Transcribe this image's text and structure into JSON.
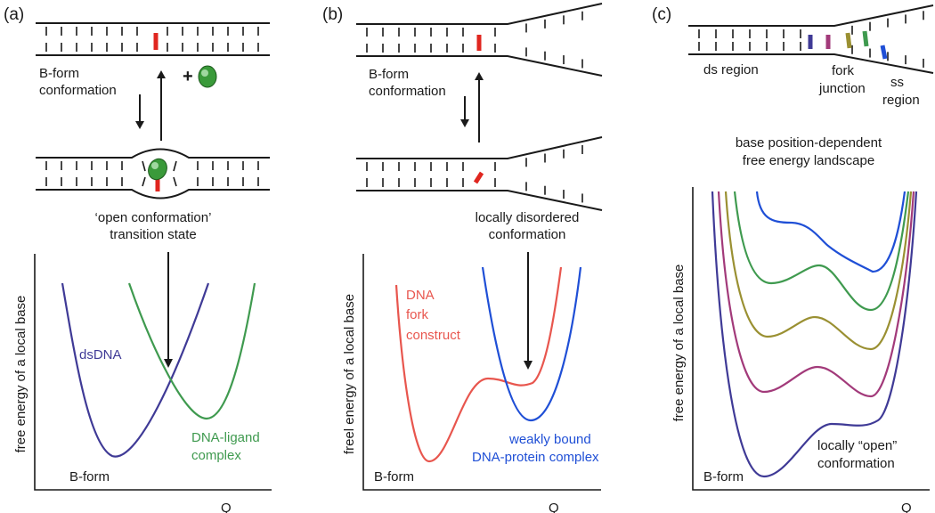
{
  "colors": {
    "text": "#1a1a1a",
    "dsDNA_curve": "#3f3a96",
    "ligand_curve": "#3f9a4f",
    "fork_curve": "#e8564e",
    "protein_curve": "#1f4fd6",
    "red_base": "#e0261f",
    "ligand_ball": "#3a9a3a",
    "olive": "#9a9032",
    "magenta": "#a23a7a"
  },
  "panel_a": {
    "label": "(a)",
    "bform_text_line1": "B-form",
    "bform_text_line2": "conformation",
    "plus": "+",
    "open_text_line1": "‘open conformation’",
    "open_text_line2": "transition state",
    "ylabel": "free energy of a local base",
    "xlabel": "Q",
    "curve1_label": "dsDNA",
    "curve2_label_line1": "DNA-ligand",
    "curve2_label_line2": "complex",
    "min_label": "B-form"
  },
  "panel_b": {
    "label": "(b)",
    "bform_text_line1": "B-form",
    "bform_text_line2": "conformation",
    "disorder_text_line1": "locally disordered",
    "disorder_text_line2": "conformation",
    "ylabel": "freel energy of a local base",
    "xlabel": "Q",
    "curve1_label_line1": "DNA",
    "curve1_label_line2": "fork",
    "curve1_label_line3": "construct",
    "curve2_label_line1": "weakly bound",
    "curve2_label_line2": "DNA-protein complex",
    "min_label": "B-form"
  },
  "panel_c": {
    "label": "(c)",
    "ds_region": "ds region",
    "fork_line1": "fork",
    "fork_line2": "junction",
    "ss_line1": "ss",
    "ss_line2": "region",
    "landscape_line1": "base position-dependent",
    "landscape_line2": "free energy landscape",
    "ylabel": "free energy of a local base",
    "xlabel": "Q",
    "open_line1": "locally “open”",
    "open_line2": "conformation",
    "min_label": "B-form"
  }
}
